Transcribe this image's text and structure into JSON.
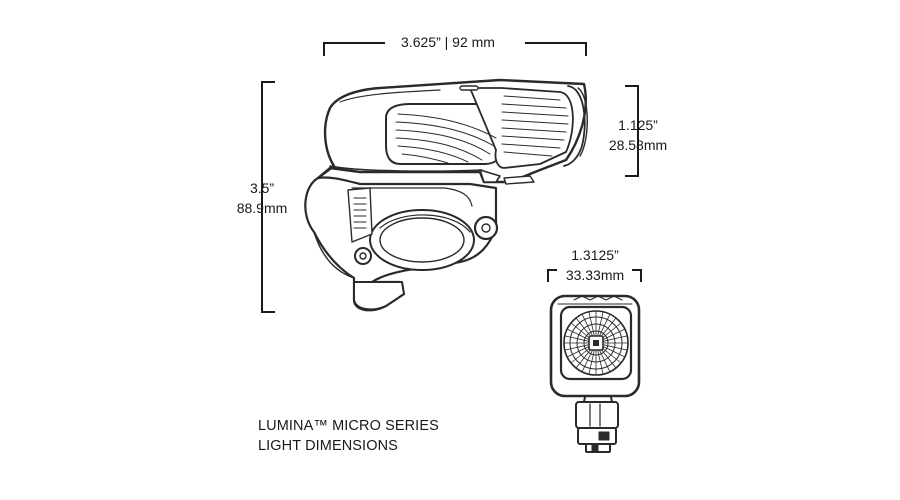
{
  "dimensions": {
    "length": "3.625”  |  92 mm",
    "height_in": "3.5”",
    "height_mm": "88.9mm",
    "body_height_in": "1.125”",
    "body_height_mm": "28.58mm",
    "face_width_in": "1.3125”",
    "face_width_mm": "33.33mm"
  },
  "caption": {
    "line1": "LUMINA™ MICRO SERIES",
    "line2": "LIGHT DIMENSIONS"
  },
  "colors": {
    "ink": "#1a1a1a",
    "background": "#ffffff"
  }
}
